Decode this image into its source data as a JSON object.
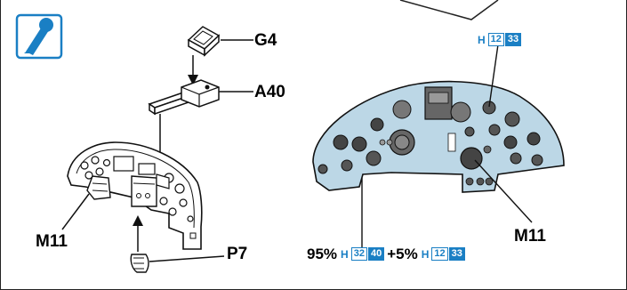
{
  "colors": {
    "accent_blue": "#1a7fc4",
    "panel_fill": "#bcd7e6",
    "line": "#111111"
  },
  "icon": "paint-brush-icon",
  "labels": {
    "g4": "G4",
    "a40": "A40",
    "m11_left": "M11",
    "p7": "P7",
    "m11_right": "M11"
  },
  "color_code_top": {
    "prefix": "H",
    "num1": "12",
    "num2": "33"
  },
  "mix": {
    "pct1": "95%",
    "prefix1": "H",
    "num1a": "32",
    "num1b": "40",
    "pct2": "+5%",
    "prefix2": "H",
    "num2a": "12",
    "num2b": "33"
  }
}
